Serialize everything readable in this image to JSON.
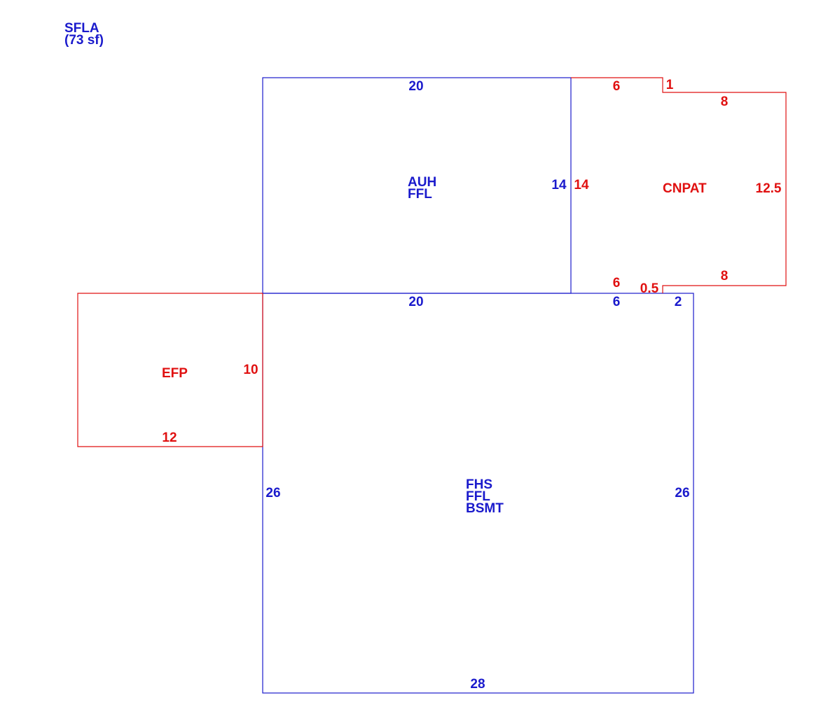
{
  "legend": {
    "line1": "SFLA",
    "line2": "(73 sf)"
  },
  "colors": {
    "living": "#1a1acc",
    "non_living": "#e01010"
  },
  "areas": {
    "auh": {
      "line1": "AUH",
      "line2": "FFL"
    },
    "cnpat": {
      "label": "CNPAT"
    },
    "efp": {
      "label": "EFP"
    },
    "fhs": {
      "line1": "FHS",
      "line2": "FFL",
      "line3": "BSMT"
    }
  },
  "dimensions": {
    "auh_top": "20",
    "auh_right": "14",
    "auh_bottom": "20",
    "cnpat_top_left": "6",
    "cnpat_top_step": "1",
    "cnpat_top_right": "8",
    "cnpat_left": "14",
    "cnpat_right": "12.5",
    "cnpat_bottom_left": "6",
    "cnpat_bottom_step": "0.5",
    "cnpat_bottom_right": "8",
    "fhs_top_mid": "6",
    "fhs_top_right": "2",
    "fhs_left": "26",
    "fhs_right": "26",
    "fhs_bottom": "28",
    "efp_right": "10",
    "efp_bottom": "12"
  }
}
